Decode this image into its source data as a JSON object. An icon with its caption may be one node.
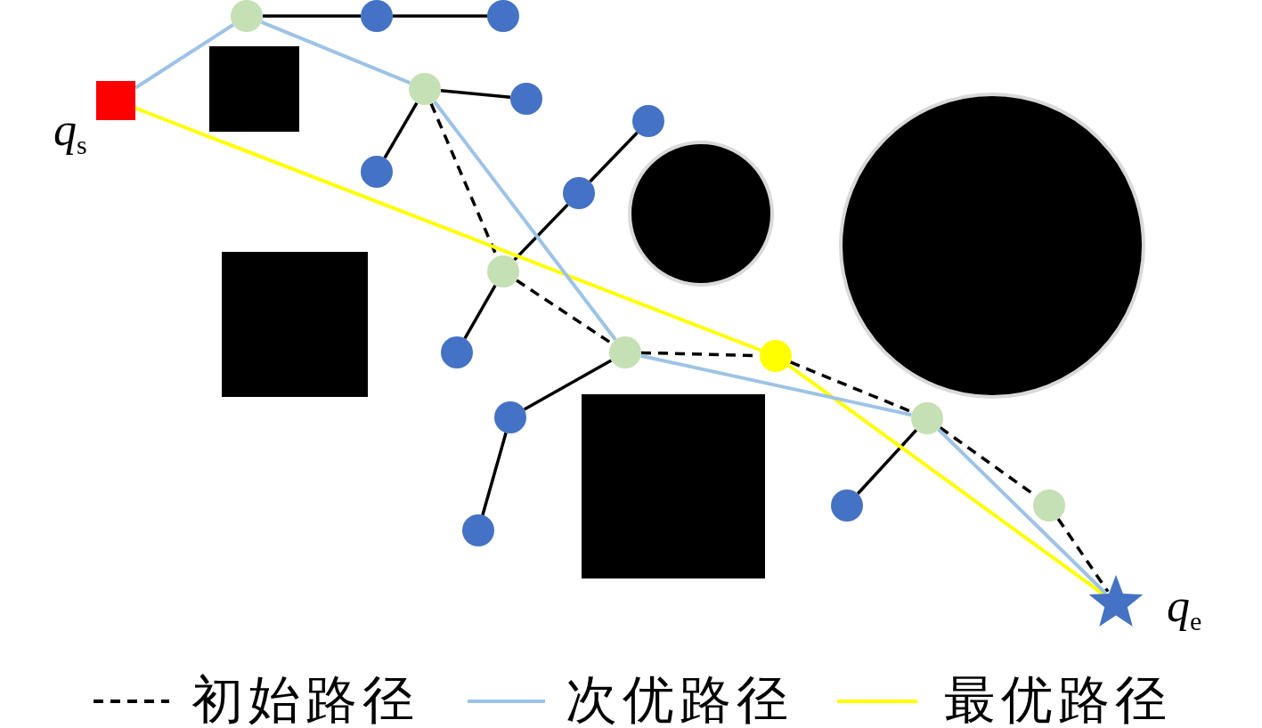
{
  "diagram": {
    "nodes": [
      {
        "text": [],
        "shape": "box",
        "beside": [
          "*q*$_{s}$"
        ]
      },
      {
        "text": [],
        "shape": "circle"
      },
      {
        "text": [],
        "shape": "circle"
      },
      {
        "text": [],
        "shape": "circle"
      },
      {
        "text": [],
        "shape": "circle"
      },
      {
        "text": [],
        "shape": "circle"
      },
      {
        "text": [],
        "shape": "circle"
      },
      {
        "text": [],
        "shape": "circle"
      },
      {
        "text": [],
        "shape": "circle"
      },
      {
        "text": [],
        "shape": "circle"
      },
      {
        "text": [],
        "shape": "circle"
      },
      {
        "text": [],
        "shape": "circle"
      },
      {
        "text": [],
        "shape": "circle"
      },
      {
        "text": [],
        "shape": "circle"
      },
      {
        "text": [],
        "shape": "circle"
      },
      {
        "text": [],
        "shape": "circle"
      },
      {
        "text": [],
        "shape": "circle"
      },
      {
        "text": [],
        "shape": "circle"
      },
      {
        "text": [],
        "shape": "star",
        "beside": [
          "*q*$_{e}$"
        ]
      }
    ],
    "edges": [
      {
        "from": 1,
        "to": 2,
        "arrow": "none"
      },
      {
        "from": 2,
        "to": 3,
        "arrow": "none"
      },
      {
        "from": 4,
        "to": 5,
        "arrow": "none"
      },
      {
        "from": 4,
        "to": 6,
        "arrow": "none"
      },
      {
        "from": 7,
        "to": 8,
        "arrow": "none"
      },
      {
        "from": 8,
        "to": 9,
        "arrow": "none"
      },
      {
        "from": 9,
        "to": 10,
        "arrow": "none"
      },
      {
        "from": 11,
        "to": 13,
        "arrow": "none"
      },
      {
        "from": 13,
        "to": 14,
        "arrow": "none"
      },
      {
        "from": 15,
        "to": 16,
        "arrow": "none"
      },
      {
        "from": 4,
        "to": 9,
        "arrow": "none",
        "style": "dashed"
      },
      {
        "from": 9,
        "to": 11,
        "arrow": "none",
        "style": "dashed"
      },
      {
        "from": 11,
        "to": 12,
        "arrow": "none",
        "style": "dashed"
      },
      {
        "from": 12,
        "to": 15,
        "arrow": "none",
        "style": "dashed"
      },
      {
        "from": 15,
        "to": 17,
        "arrow": "none",
        "style": "dashed"
      },
      {
        "from": 17,
        "to": 18,
        "arrow": "none",
        "style": "dashed"
      },
      {
        "from": 0,
        "to": 12,
        "arrow": "none",
        "color": "#ffff00"
      },
      {
        "from": 12,
        "to": 18,
        "arrow": "none",
        "color": "#ffff00"
      },
      {
        "from": 0,
        "to": 1,
        "arrow": "none",
        "color": "#9dc3e6"
      },
      {
        "from": 1,
        "to": 4,
        "arrow": "none",
        "color": "#9dc3e6"
      },
      {
        "from": 4,
        "to": 11,
        "arrow": "none",
        "color": "#9dc3e6"
      },
      {
        "from": 11,
        "to": 15,
        "arrow": "none",
        "color": "#9dc3e6"
      },
      {
        "from": 15,
        "to": 18,
        "arrow": "none",
        "color": "#9dc3e6"
      }
    ],
    "legend": [
      {
        "text": "初始路径"
      },
      {
        "text": "次优路径"
      },
      {
        "text": "最优路径"
      }
    ]
  }
}
